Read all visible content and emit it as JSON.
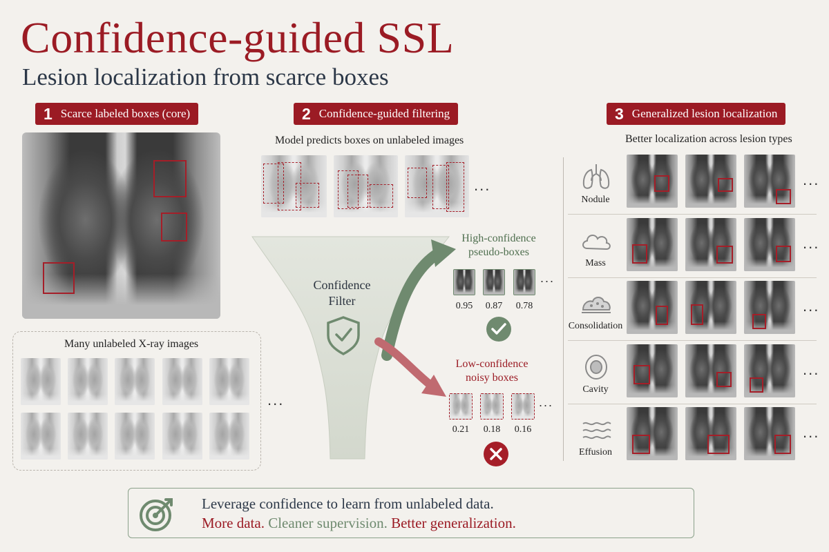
{
  "header": {
    "title": "Confidence-guided SSL",
    "subtitle": "Lesion localization from scarce boxes"
  },
  "steps": [
    {
      "num": "1",
      "label": "Scarce labeled boxes (core)"
    },
    {
      "num": "2",
      "label": "Confidence-guided filtering"
    },
    {
      "num": "3",
      "label": "Generalized lesion localization"
    }
  ],
  "panel1": {
    "unlabeled_caption": "Many unlabeled X-ray images",
    "ellipsis": "..."
  },
  "panel2": {
    "predict_caption": "Model predicts boxes on unlabeled images",
    "ellipsis": "...",
    "filter_label_line1": "Confidence",
    "filter_label_line2": "Filter",
    "high_label_line1": "High-confidence",
    "high_label_line2": "pseudo-boxes",
    "high_scores": [
      "0.95",
      "0.87",
      "0.78"
    ],
    "low_label_line1": "Low-confidence",
    "low_label_line2": "noisy boxes",
    "low_scores": [
      "0.21",
      "0.18",
      "0.16"
    ]
  },
  "panel3": {
    "caption": "Better localization across lesion types",
    "ellipsis": "...",
    "lesions": [
      {
        "name": "Nodule",
        "icon": "lungs-icon"
      },
      {
        "name": "Mass",
        "icon": "cloud-icon"
      },
      {
        "name": "Consolidation",
        "icon": "consolidation-icon"
      },
      {
        "name": "Cavity",
        "icon": "cavity-icon"
      },
      {
        "name": "Effusion",
        "icon": "waves-icon"
      }
    ]
  },
  "banner": {
    "line1": "Leverage confidence to learn from unlabeled data.",
    "line2_part1": "More data.",
    "line2_part2": "Cleaner supervision.",
    "line2_part3": "Better generalization.",
    "icon": "target-icon"
  },
  "colors": {
    "accent_red": "#9b1b24",
    "accent_green": "#6f8a6f",
    "background": "#f3f1ed",
    "text_dark": "#2c3848"
  }
}
